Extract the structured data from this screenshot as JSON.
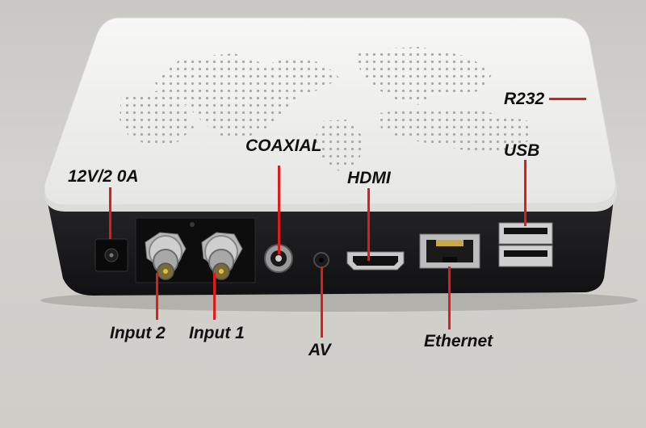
{
  "labels": {
    "power": "12V/2 0A",
    "coaxial": "COAXIAL",
    "hdmi": "HDMI",
    "r232": "R232",
    "usb": "USB",
    "input2": "Input 2",
    "input1": "Input 1",
    "av": "AV",
    "ethernet": "Ethernet"
  },
  "colors": {
    "lead": "#e11a1a",
    "case_top": "#f2f2f0",
    "case_body": "#1b1b1d"
  }
}
